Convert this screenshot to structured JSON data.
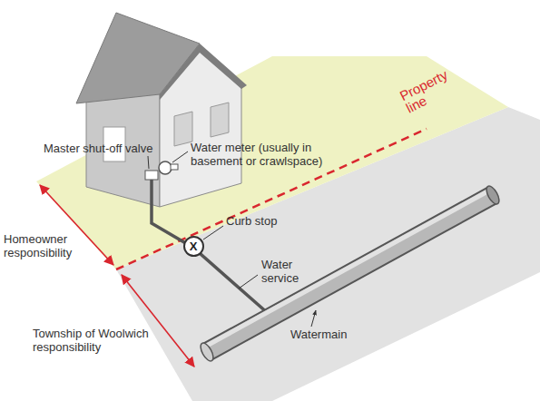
{
  "diagram": {
    "nodes": [
      {
        "text": [
          "X"
        ]
      }
    ],
    "labels": [
      "Master shut-off valve",
      "Water meter (usually in basement or crawlspace)",
      "Property line",
      "Curb stop",
      "Water service",
      "Watermain",
      "Homeowner responsibility",
      "Township of Woolwich responsibility"
    ]
  }
}
